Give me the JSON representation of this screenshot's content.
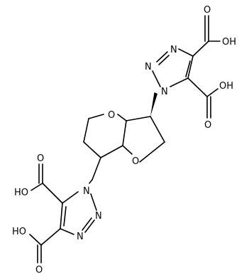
{
  "atoms": {
    "o_upper_ring": "O",
    "o_lower_ring": "O",
    "n1_top": "N",
    "n2_top": "N",
    "n3_top": "N",
    "n1_bottom": "N",
    "n2_bottom": "N",
    "n3_bottom": "N",
    "o_top_acid1_carbonyl": "O",
    "oh_top_acid1": "OH",
    "o_top_acid2_carbonyl": "O",
    "oh_top_acid2": "OH",
    "o_bottom_acid1_carbonyl": "O",
    "ho_bottom_acid1": "HO",
    "o_bottom_acid2_carbonyl": "O",
    "ho_bottom_acid2": "HO"
  }
}
